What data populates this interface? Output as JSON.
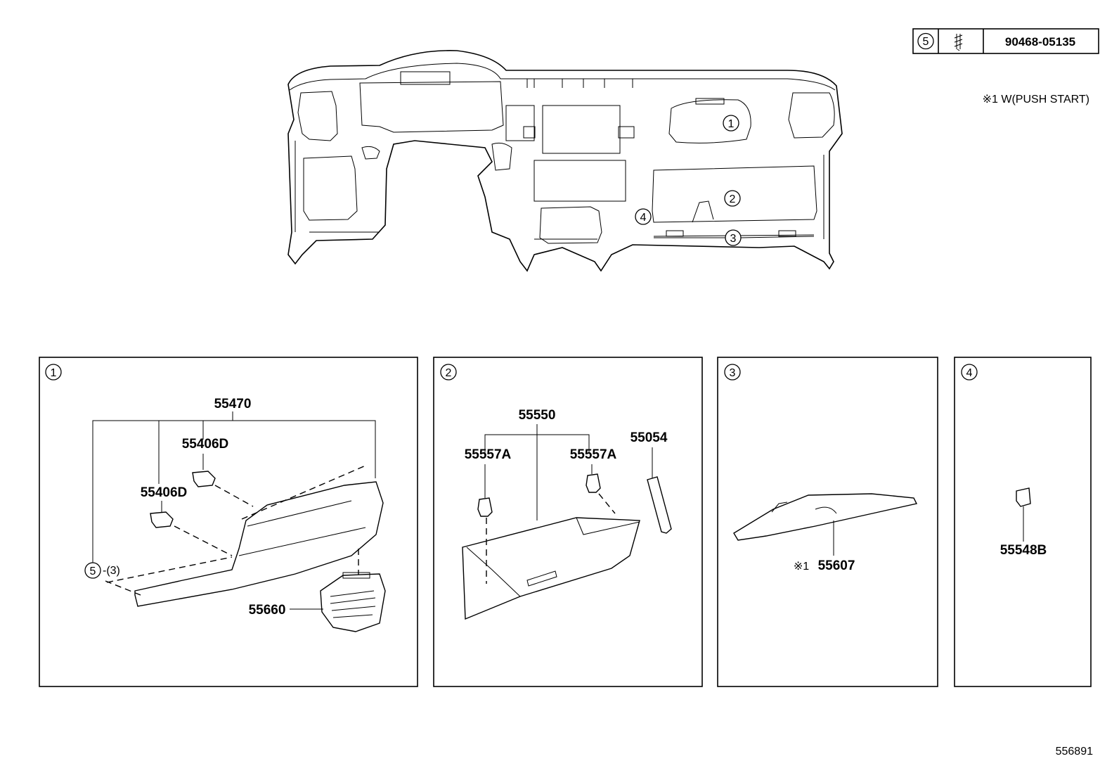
{
  "legend": {
    "callout": "5",
    "part_number": "90468-05135",
    "icon": "clip-icon"
  },
  "note": "※1 W(PUSH START)",
  "overview_callouts": [
    "1",
    "2",
    "3",
    "4"
  ],
  "panels": [
    {
      "id": "1",
      "labels": [
        "55470",
        "55406D",
        "55406D",
        "55660"
      ],
      "callout": "5",
      "qty": "-(3)"
    },
    {
      "id": "2",
      "labels": [
        "55550",
        "55557A",
        "55557A",
        "55054"
      ]
    },
    {
      "id": "3",
      "labels": [
        "55607"
      ],
      "marker": "※1"
    },
    {
      "id": "4",
      "labels": [
        "55548B"
      ]
    }
  ],
  "illustration_id": "556891"
}
